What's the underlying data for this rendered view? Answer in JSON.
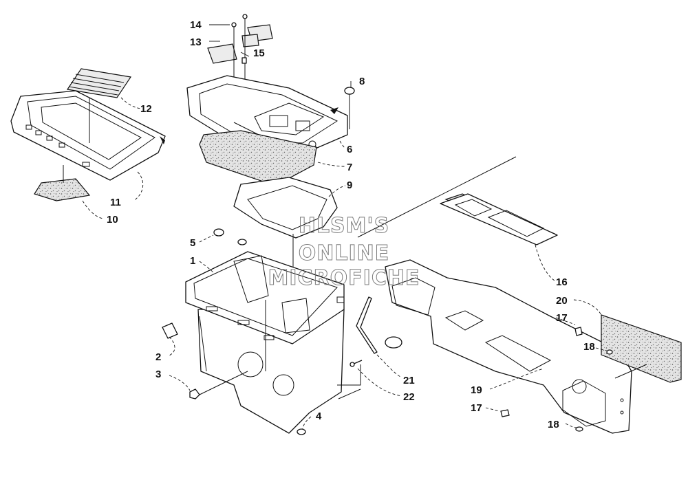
{
  "watermark": {
    "line1": "HLSM'S",
    "line2": "ONLINE",
    "line3": "MICROFICHE"
  },
  "callouts": [
    {
      "id": "c1",
      "text": "1"
    },
    {
      "id": "c2",
      "text": "2"
    },
    {
      "id": "c3",
      "text": "3"
    },
    {
      "id": "c4",
      "text": "4"
    },
    {
      "id": "c5",
      "text": "5"
    },
    {
      "id": "c6",
      "text": "6"
    },
    {
      "id": "c7",
      "text": "7"
    },
    {
      "id": "c8",
      "text": "8"
    },
    {
      "id": "c9",
      "text": "9"
    },
    {
      "id": "c10",
      "text": "10"
    },
    {
      "id": "c11",
      "text": "11"
    },
    {
      "id": "c12",
      "text": "12"
    },
    {
      "id": "c13",
      "text": "13"
    },
    {
      "id": "c14",
      "text": "14"
    },
    {
      "id": "c15",
      "text": "15"
    },
    {
      "id": "c16",
      "text": "16"
    },
    {
      "id": "c17a",
      "text": "17"
    },
    {
      "id": "c17b",
      "text": "17"
    },
    {
      "id": "c18a",
      "text": "18"
    },
    {
      "id": "c18b",
      "text": "18"
    },
    {
      "id": "c19",
      "text": "19"
    },
    {
      "id": "c20",
      "text": "20"
    },
    {
      "id": "c21",
      "text": "21"
    },
    {
      "id": "c22",
      "text": "22"
    }
  ]
}
